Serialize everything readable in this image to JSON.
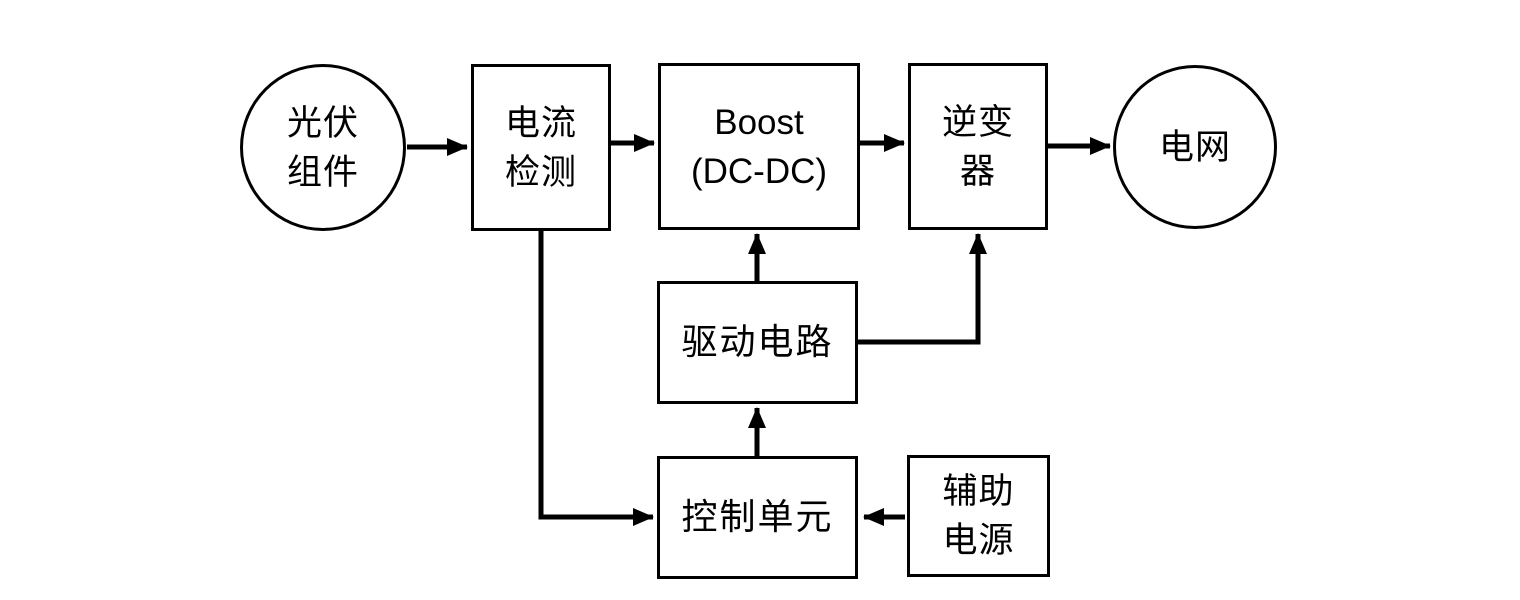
{
  "colors": {
    "ink": "#000000",
    "background": "#ffffff"
  },
  "diagram": {
    "type": "block-diagram",
    "description": "Photovoltaic grid-connected power system block diagram",
    "nodes": {
      "pv_module": {
        "shape": "circle",
        "line1": "光伏",
        "line2": "组件"
      },
      "current_detect": {
        "shape": "rect",
        "line1": "电流",
        "line2": "检测"
      },
      "boost": {
        "shape": "rect",
        "line1": "Boost",
        "line2": "(DC-DC)"
      },
      "inverter": {
        "shape": "rect",
        "line1": "逆变",
        "line2": "器"
      },
      "grid": {
        "shape": "circle",
        "line1": "电网"
      },
      "drive_circuit": {
        "shape": "rect",
        "line1": "驱动电路"
      },
      "control_unit": {
        "shape": "rect",
        "line1": "控制单元"
      },
      "aux_power": {
        "shape": "rect",
        "line1": "辅助",
        "line2": "电源"
      }
    },
    "edges": [
      {
        "from": "pv_module",
        "to": "current_detect"
      },
      {
        "from": "current_detect",
        "to": "boost"
      },
      {
        "from": "boost",
        "to": "inverter"
      },
      {
        "from": "inverter",
        "to": "grid"
      },
      {
        "from": "drive_circuit",
        "to": "boost"
      },
      {
        "from": "drive_circuit",
        "to": "inverter"
      },
      {
        "from": "control_unit",
        "to": "drive_circuit"
      },
      {
        "from": "current_detect",
        "to": "control_unit"
      },
      {
        "from": "aux_power",
        "to": "control_unit"
      }
    ]
  }
}
